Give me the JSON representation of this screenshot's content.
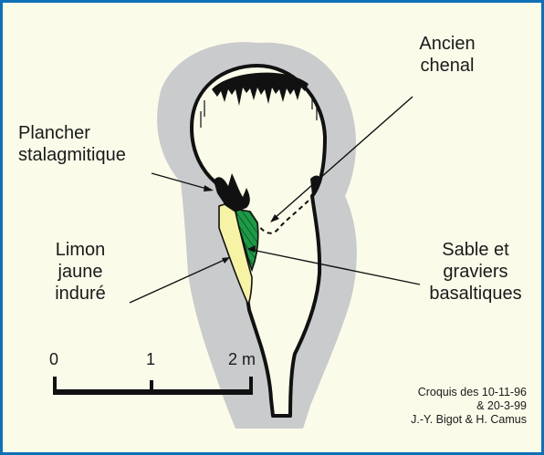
{
  "labels": {
    "ancien_chenal": [
      "Ancien",
      "chenal"
    ],
    "plancher_stalagmitique": [
      "Plancher",
      "stalagmitique"
    ],
    "limon_jaune_indure": [
      "Limon",
      "jaune",
      "induré"
    ],
    "sable_graviers": [
      "Sable et",
      "graviers",
      "basaltiques"
    ]
  },
  "scale_bar": {
    "ticks": [
      "0",
      "1",
      "2 m"
    ]
  },
  "credit": [
    "Croquis des 10-11-96",
    "& 20-3-99",
    "J.-Y. Bigot & H. Camus"
  ],
  "colors": {
    "frame": "#0f6fb6",
    "background": "#fbfbea",
    "rock": "#c9cbcc",
    "limon": "#f6f3a6",
    "sable": "#1e9a46"
  }
}
